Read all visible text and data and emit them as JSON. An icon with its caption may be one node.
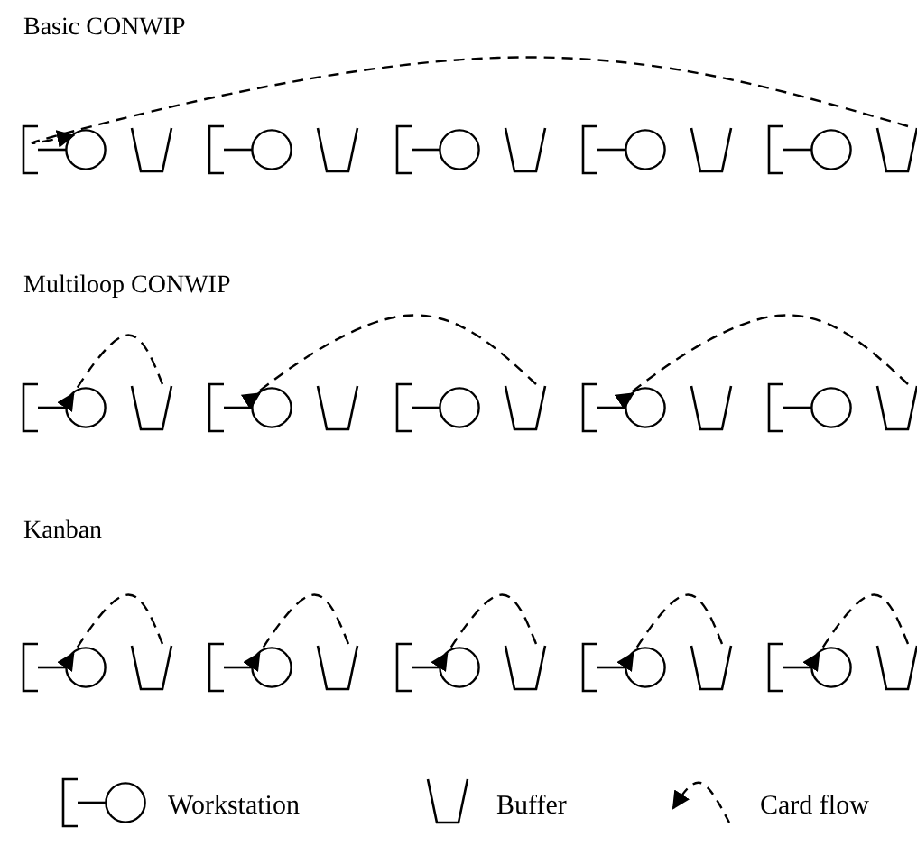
{
  "diagram": {
    "nodes": [
      {
        "text": [],
        "shape": "circle"
      },
      {
        "text": [],
        "shape": "trapezoid"
      },
      {
        "text": [],
        "shape": "circle"
      },
      {
        "text": [],
        "shape": "trapezoid"
      },
      {
        "text": [],
        "shape": "circle"
      },
      {
        "text": [],
        "shape": "trapezoid"
      },
      {
        "text": [],
        "shape": "circle"
      },
      {
        "text": [],
        "shape": "trapezoid"
      },
      {
        "text": [],
        "shape": "circle"
      },
      {
        "text": [],
        "shape": "trapezoid"
      },
      {
        "text": [],
        "shape": "circle"
      },
      {
        "text": [],
        "shape": "trapezoid"
      },
      {
        "text": [],
        "shape": "circle"
      },
      {
        "text": [],
        "shape": "trapezoid"
      },
      {
        "text": [],
        "shape": "circle"
      },
      {
        "text": [],
        "shape": "trapezoid"
      },
      {
        "text": [],
        "shape": "circle"
      },
      {
        "text": [],
        "shape": "trapezoid"
      },
      {
        "text": [],
        "shape": "circle"
      },
      {
        "text": [],
        "shape": "trapezoid"
      },
      {
        "text": [],
        "shape": "circle"
      },
      {
        "text": [],
        "shape": "trapezoid"
      },
      {
        "text": [],
        "shape": "circle"
      },
      {
        "text": [],
        "shape": "trapezoid"
      },
      {
        "text": [],
        "shape": "circle"
      },
      {
        "text": [],
        "shape": "trapezoid"
      },
      {
        "text": [],
        "shape": "circle"
      },
      {
        "text": [],
        "shape": "trapezoid"
      },
      {
        "text": [],
        "shape": "circle"
      },
      {
        "text": [],
        "shape": "trapezoid"
      }
    ],
    "edges": [
      {
        "from": 9,
        "to": 0,
        "arrow": "to",
        "style": "dashed"
      },
      {
        "from": 11,
        "to": 10,
        "arrow": "to",
        "style": "dashed"
      },
      {
        "from": 15,
        "to": 12,
        "arrow": "to",
        "style": "dashed"
      },
      {
        "from": 19,
        "to": 16,
        "arrow": "to",
        "style": "dashed"
      },
      {
        "from": 21,
        "to": 20,
        "arrow": "to",
        "style": "dashed"
      },
      {
        "from": 23,
        "to": 22,
        "arrow": "to",
        "style": "dashed"
      },
      {
        "from": 25,
        "to": 24,
        "arrow": "to",
        "style": "dashed"
      },
      {
        "from": 27,
        "to": 26,
        "arrow": "to",
        "style": "dashed"
      },
      {
        "from": 29,
        "to": 28,
        "arrow": "to",
        "style": "dashed"
      }
    ],
    "labels": [
      "Basic CONWIP",
      "Multiloop CONWIP",
      "Kanban"
    ],
    "legend": [
      {
        "text": "Workstation"
      },
      {
        "text": "Buffer"
      },
      {
        "text": "Card flow"
      }
    ]
  }
}
